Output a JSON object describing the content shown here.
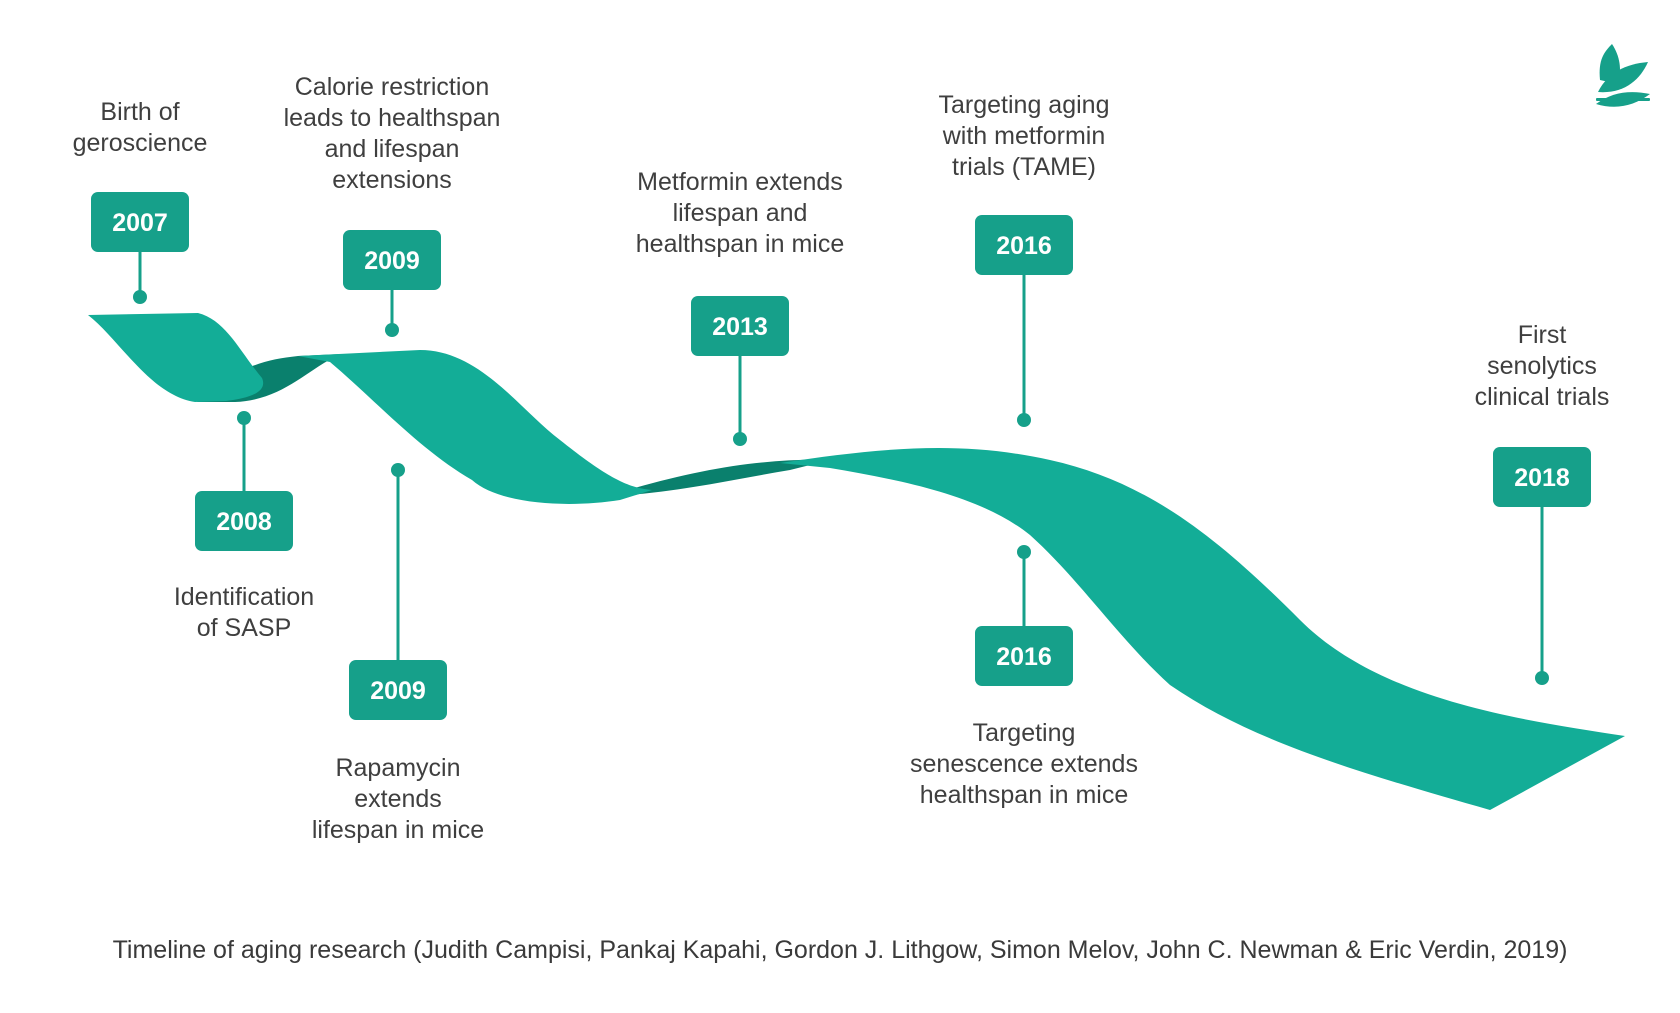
{
  "colors": {
    "ribbon": "#13ad97",
    "ribbon_dark": "#0a806d",
    "badge": "#16a08a",
    "badge_text": "#ffffff",
    "label_text": "#3f3f3f",
    "caption_text": "#3a3a3a",
    "logo": "#16a08a"
  },
  "logo": {
    "icon": "leaf-logo-icon"
  },
  "milestones": [
    {
      "year": "2007",
      "label": "Birth of\ngeroscience"
    },
    {
      "year": "2008",
      "label": "Identification\nof SASP"
    },
    {
      "year": "2009",
      "label": "Calorie restriction\nleads to healthspan\nand lifespan\nextensions"
    },
    {
      "year": "2009",
      "label": "Rapamycin\nextends\nlifespan in mice"
    },
    {
      "year": "2013",
      "label": "Metformin extends\nlifespan and\nhealthspan in mice"
    },
    {
      "year": "2016",
      "label": "Targeting aging\nwith metformin\ntrials (TAME)"
    },
    {
      "year": "2016",
      "label": "Targeting\nsenescence extends\nhealthspan in mice"
    },
    {
      "year": "2018",
      "label": "First\nsenolytics\nclinical trials"
    }
  ],
  "caption": "Timeline of aging research (Judith Campisi, Pankaj Kapahi, Gordon J. Lithgow, Simon Melov, John C. Newman & Eric Verdin, 2019)"
}
